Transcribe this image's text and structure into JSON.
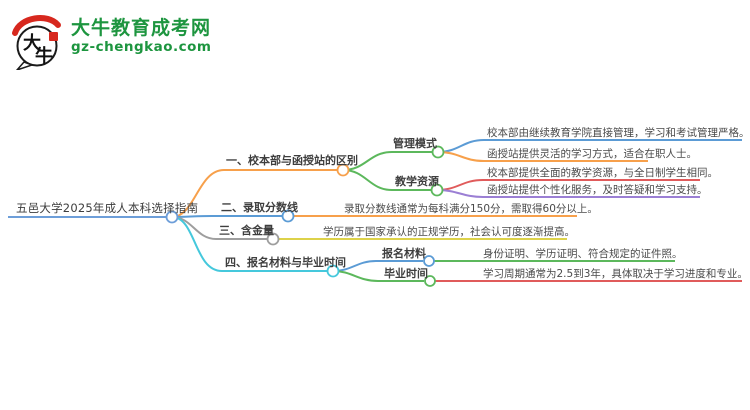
{
  "logo": {
    "bubble_text_top": "大",
    "bubble_text_bottom": "牛",
    "title": "大牛教育成考网",
    "domain": "gz-chengkao.com"
  },
  "colors": {
    "brand_green": "#1d953f",
    "seal_red": "#d7281e",
    "ink_black": "#1b1b1b",
    "root_blue": "#6d9ed9",
    "orange": "#f7a04b",
    "green": "#5cb85c",
    "blue": "#5b9bd5",
    "red": "#e05b5b",
    "purple": "#9b7fd4",
    "gray": "#9e9e9e",
    "cyan": "#45c8dc",
    "yellow": "#ddd24a"
  },
  "mindmap": {
    "root": {
      "label": "五邑大学2025年成人本科选择指南"
    },
    "branches": [
      {
        "label": "一、校本部与函授站的区别",
        "children": [
          {
            "label": "管理模式",
            "children": [
              {
                "label": "校本部由继续教育学院直接管理，学习和考试管理严格。"
              },
              {
                "label": "函授站提供灵活的学习方式，适合在职人士。"
              }
            ]
          },
          {
            "label": "教学资源",
            "children": [
              {
                "label": "校本部提供全面的教学资源，与全日制学生相同。"
              },
              {
                "label": "函授站提供个性化服务，及时答疑和学习支持。"
              }
            ]
          }
        ]
      },
      {
        "label": "二、录取分数线",
        "children": [
          {
            "label": "录取分数线通常为每科满分150分，需取得60分以上。"
          }
        ]
      },
      {
        "label": "三、含金量",
        "children": [
          {
            "label": "学历属于国家承认的正规学历，社会认可度逐渐提高。"
          }
        ]
      },
      {
        "label": "四、报名材料与毕业时间",
        "children": [
          {
            "label": "报名材料",
            "children": [
              {
                "label": "身份证明、学历证明、符合规定的证件照。"
              }
            ]
          },
          {
            "label": "毕业时间",
            "children": [
              {
                "label": "学习周期通常为2.5到3年，具体取决于学习进度和专业。"
              }
            ]
          }
        ]
      }
    ]
  }
}
